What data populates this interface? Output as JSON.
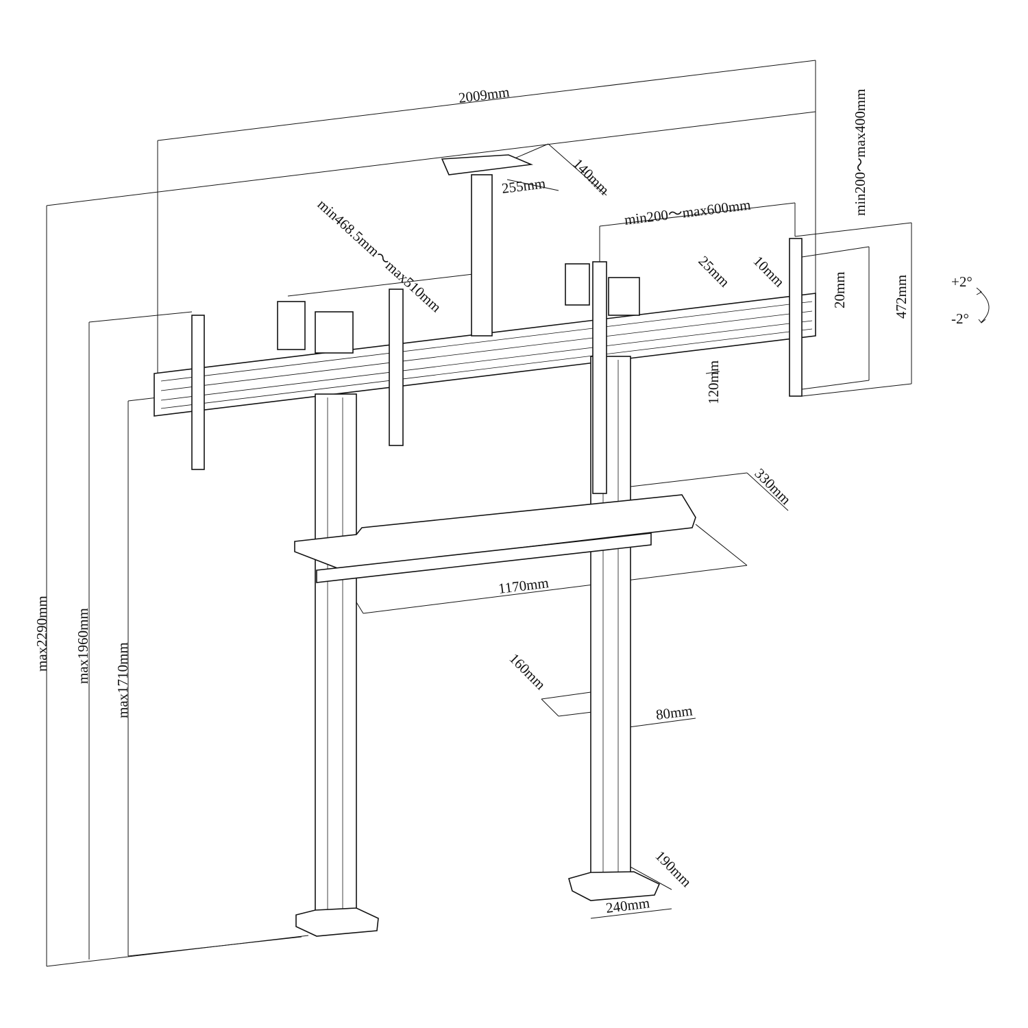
{
  "dimensions": {
    "overall_width": "2009mm",
    "camera_shelf_depth": "140mm",
    "camera_shelf_width": "255mm",
    "camera_pole_height": "min468.5mm～max510mm",
    "bracket_spacing": "min200～max600mm",
    "vesa_height": "min200～max400mm",
    "rail_offset": "25mm",
    "bracket_offset": "10mm",
    "vertical_adjust": "20mm",
    "bracket_length": "472mm",
    "tilt_up": "+2°",
    "tilt_down": "-2°",
    "rail_height": "120mm",
    "shelf_depth": "330mm",
    "shelf_width": "1170mm",
    "column_depth": "160mm",
    "column_width": "80mm",
    "max_height_total": "max2290mm",
    "max_height_top_rail": "max1960mm",
    "max_height_bottom_rail": "max1710mm",
    "base_depth": "190mm",
    "base_width": "240mm"
  }
}
